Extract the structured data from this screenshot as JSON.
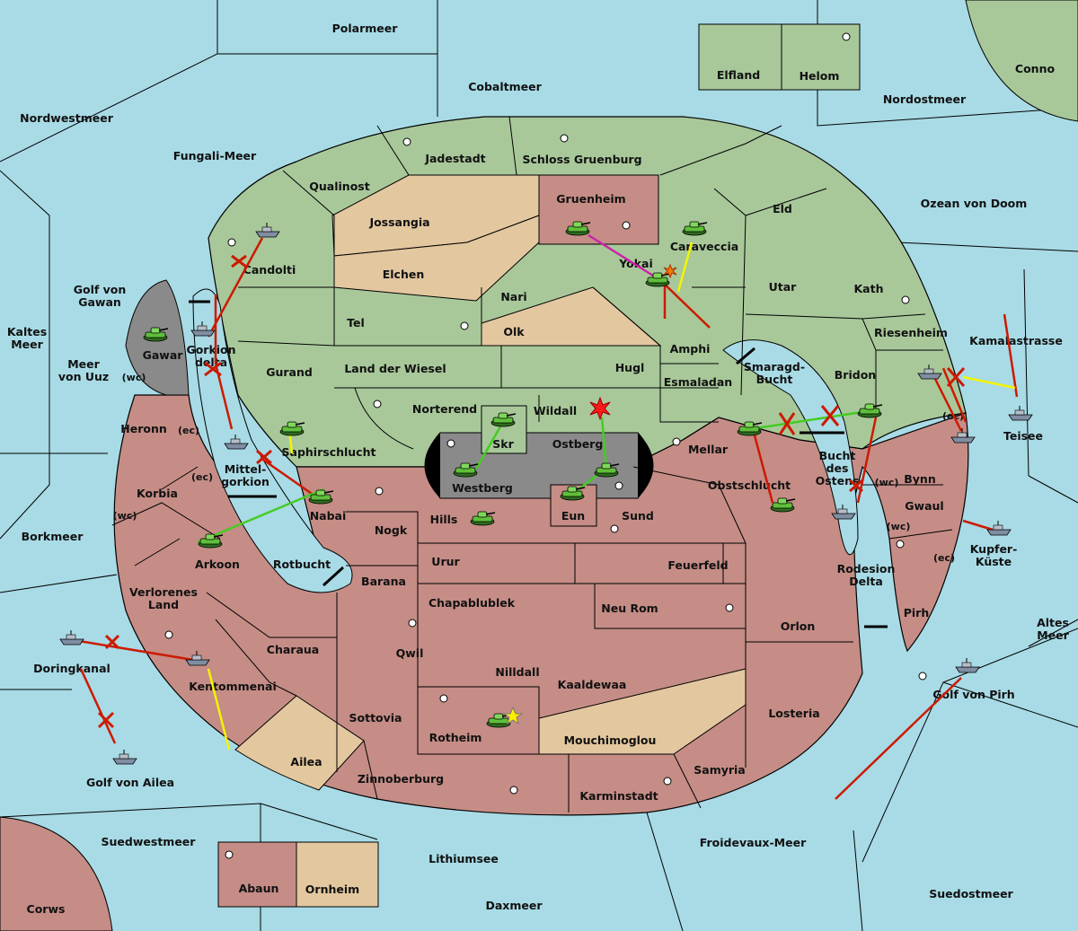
{
  "colors": {
    "sea": "#a8dbe6",
    "province_green": "#a8c89a",
    "province_red": "#c58d86",
    "province_tan": "#e3c79f",
    "impassable": "#8a8a8a",
    "border": "#000000",
    "order_red": "#cc1a00",
    "order_yellow": "#f4f400",
    "order_green": "#44cc22",
    "order_magenta": "#cc22aa"
  },
  "regions": {
    "polarmeer": "Polarmeer",
    "cobaltmeer": "Cobaltmeer",
    "elfland": "Elfland",
    "helom": "Helom",
    "conno": "Conno",
    "nordostmeer": "Nordostmeer",
    "nordwestmeer": "Nordwestmeer",
    "fungali_meer": "Fungali-Meer",
    "qualinost": "Qualinost",
    "jadestadt": "Jadestadt",
    "schloss_gruenburg": "Schloss Gruenburg",
    "gruenheim": "Gruenheim",
    "eld": "Eld",
    "ozean_von_doom": "Ozean von Doom",
    "jossangia": "Jossangia",
    "caraveccia": "Caraveccia",
    "yokai": "Yokai",
    "candolti": "Candolti",
    "elchen": "Elchen",
    "nari": "Nari",
    "utar": "Utar",
    "kath": "Kath",
    "golf_von_gawan": "Golf von\nGawan",
    "tel": "Tel",
    "olk": "Olk",
    "amphi": "Amphi",
    "riesenheim": "Riesenheim",
    "kamalastrasse": "Kamalastrasse",
    "kaltes_meer": "Kaltes\nMeer",
    "gawar": "Gawar",
    "gorkion_delta": "Gorkion\ndelta",
    "meer_von_uuz": "Meer\nvon Uuz",
    "wc_gawar": "(wc)",
    "gurand": "Gurand",
    "land_der_wiesel": "Land der Wiesel",
    "hugl": "Hugl",
    "smaragd_bucht": "Smaragd-\nBucht",
    "bridon": "Bridon",
    "esmaladan": "Esmaladan",
    "norterend": "Norterend",
    "wildall": "Wildall",
    "heronn": "Heronn",
    "ec_heronn": "(ec)",
    "ec_bynn": "(ec)",
    "teisee": "Teisee",
    "skr": "Skr",
    "ostberg": "Ostberg",
    "saphirschlucht": "Saphirschlucht",
    "mellar": "Mellar",
    "mittelgorkion": "Mittel-\ngorkion",
    "bucht_des_ostens": "Bucht\ndes\nOstens",
    "bynn": "Bynn",
    "ec_korbia": "(ec)",
    "korbia": "Korbia",
    "westberg": "Westberg",
    "obstschlucht": "Obstschlucht",
    "wc_bynn": "(wc)",
    "wc_korbia": "(wc)",
    "nabai": "Nabai",
    "hills": "Hills",
    "eun": "Eun",
    "sund": "Sund",
    "gwaul": "Gwaul",
    "nogk": "Nogk",
    "wc_gwaul": "(wc)",
    "borkmeer": "Borkmeer",
    "kupfer_kueste": "Kupfer-\nKüste",
    "arkoon": "Arkoon",
    "rotbucht": "Rotbucht",
    "urur": "Urur",
    "feuerfeld": "Feuerfeld",
    "ec_gwaul": "(ec)",
    "rodesion_delta": "Rodesion\nDelta",
    "barana": "Barana",
    "verlorenes_land": "Verlorenes\nLand",
    "chapablublek": "Chapablublek",
    "neu_rom": "Neu Rom",
    "pirh": "Pirh",
    "altes_meer": "Altes\nMeer",
    "orlon": "Orlon",
    "charaua": "Charaua",
    "qwil": "Qwil",
    "doringkanal": "Doringkanal",
    "nilldall": "Nilldall",
    "kaaldewaa": "Kaaldewaa",
    "kentommenai": "Kentommenai",
    "golf_von_pirh": "Golf von Pirh",
    "sottovia": "Sottovia",
    "losteria": "Losteria",
    "rotheim": "Rotheim",
    "mouchimoglou": "Mouchimoglou",
    "ailea": "Ailea",
    "samyria": "Samyria",
    "golf_von_ailea": "Golf von Ailea",
    "zinnoberburg": "Zinnoberburg",
    "karminstadt": "Karminstadt",
    "suedwestmeer": "Suedwestmeer",
    "froidevaux_meer": "Froidevaux-Meer",
    "lithiumsee": "Lithiumsee",
    "abaun": "Abaun",
    "ornheim": "Ornheim",
    "suedostmeer": "Suedostmeer",
    "daxmeer": "Daxmeer",
    "corws": "Corws"
  }
}
